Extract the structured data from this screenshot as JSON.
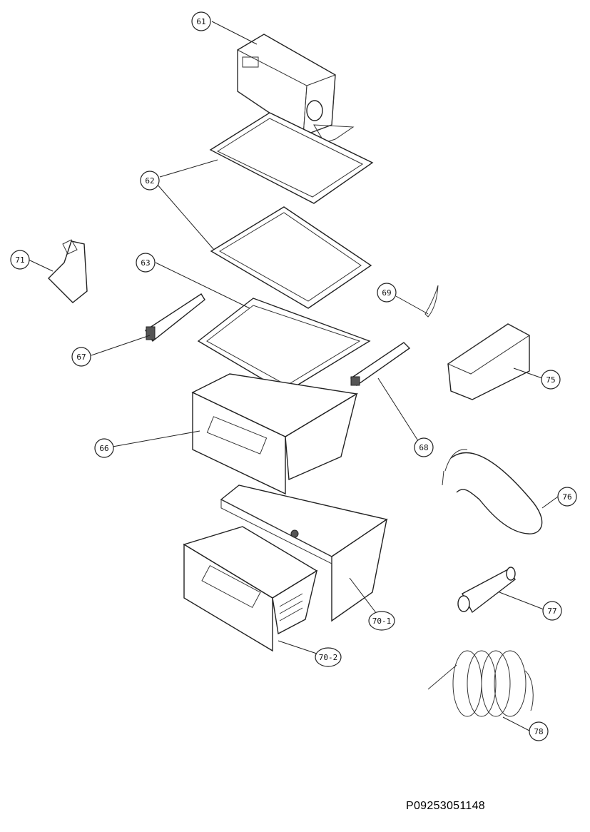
{
  "callouts": {
    "c61": "61",
    "c62": "62",
    "c63": "63",
    "c66": "66",
    "c67": "67",
    "c68": "68",
    "c69": "69",
    "c70_1": "70-1",
    "c70_2": "70-2",
    "c71": "71",
    "c75": "75",
    "c76": "76",
    "c77": "77",
    "c78": "78"
  },
  "footer": {
    "reference_code": "P09253051148"
  }
}
